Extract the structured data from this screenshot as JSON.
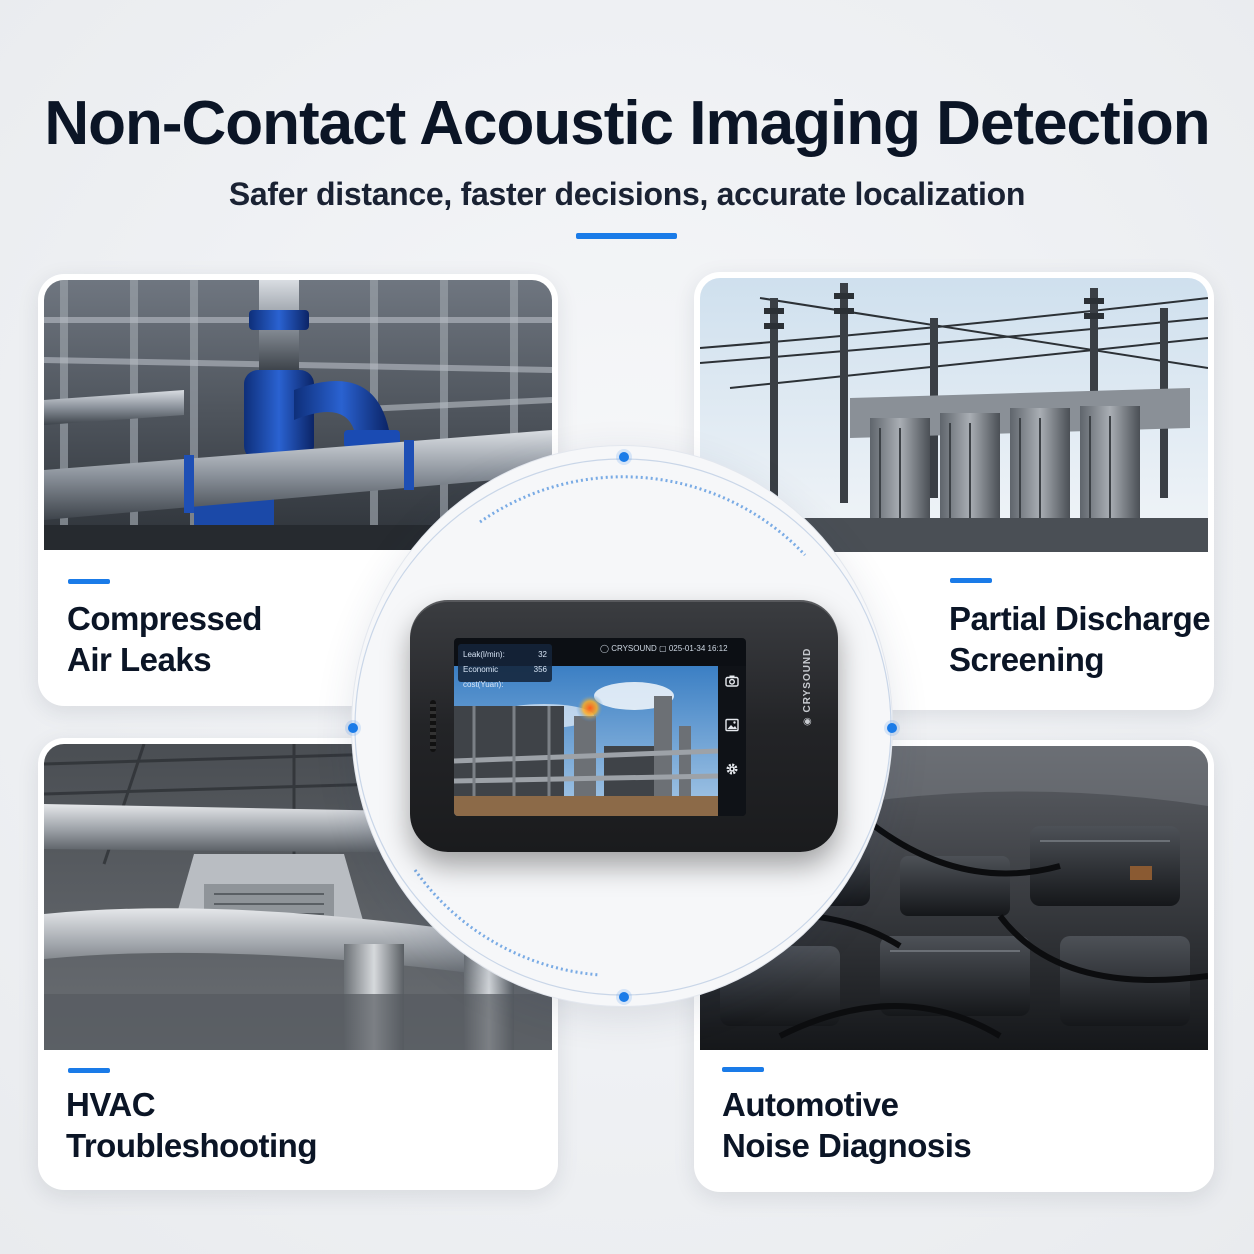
{
  "header": {
    "title": "Non-Contact Acoustic Imaging Detection",
    "subtitle": "Safer distance, faster decisions, accurate localization"
  },
  "cards": [
    {
      "id": "air",
      "line1": "Compressed",
      "line2": "Air Leaks"
    },
    {
      "id": "pd",
      "line1": "Partial Discharge",
      "line2": "Screening"
    },
    {
      "id": "hvac",
      "line1": "HVAC",
      "line2": "Troubleshooting"
    },
    {
      "id": "auto",
      "line1": "Automotive",
      "line2": "Noise Diagnosis"
    }
  ],
  "device": {
    "brand": "CRYSOUND",
    "status_brand": "CRYSOUND",
    "status_time": "025-01-34 16:12",
    "hud": [
      {
        "label": "Leak(l/min):",
        "value": "32"
      },
      {
        "label": "Economic cost(Yuan):",
        "value": "356"
      }
    ],
    "icons": [
      "camera-icon",
      "gallery-icon",
      "settings-icon"
    ]
  },
  "colors": {
    "accent": "#1a7be8",
    "title": "#0b1526",
    "device_body": "#232427"
  }
}
